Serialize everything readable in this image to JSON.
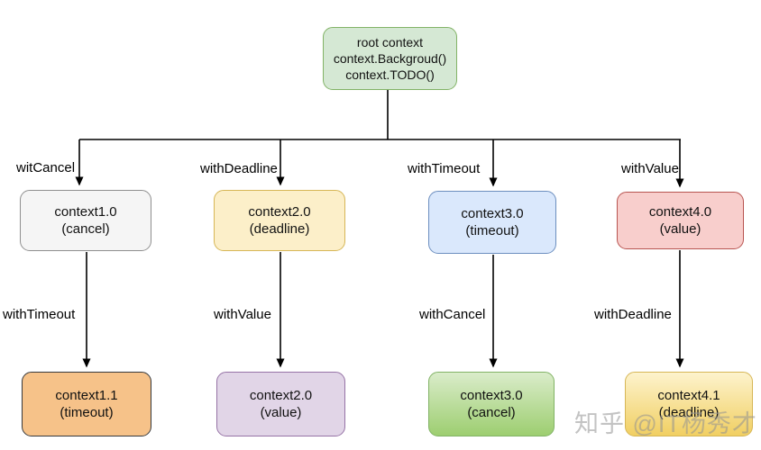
{
  "diagram": {
    "root": {
      "line1": "root context",
      "line2": "context.Backgroud()",
      "line3": "context.TODO()",
      "fill": "#d5e8d4",
      "stroke": "#82b366"
    },
    "branches": [
      {
        "top_edge_label": "witCancel",
        "node1": {
          "title": "context1.0",
          "subtitle": "(cancel)",
          "fill": "#f5f5f5",
          "stroke": "#8f8f8f"
        },
        "mid_edge_label": "withTimeout",
        "node2": {
          "title": "context1.1",
          "subtitle": "(timeout)",
          "fill": "#f6c289",
          "stroke": "#36393d"
        }
      },
      {
        "top_edge_label": "withDeadline",
        "node1": {
          "title": "context2.0",
          "subtitle": "(deadline)",
          "fill": "#fcefc9",
          "stroke": "#d6b656"
        },
        "mid_edge_label": "withValue",
        "node2": {
          "title": "context2.0",
          "subtitle": "(value)",
          "fill": "#e1d5e7",
          "stroke": "#9673a6"
        }
      },
      {
        "top_edge_label": "withTimeout",
        "node1": {
          "title": "context3.0",
          "subtitle": "(timeout)",
          "fill": "#dae8fc",
          "stroke": "#6c8ebf"
        },
        "mid_edge_label": "withCancel",
        "node2": {
          "title": "context3.0",
          "subtitle": "(cancel)",
          "fill": "linear-gradient(180deg,#daecca,#9dce70)",
          "stroke": "#82b366"
        }
      },
      {
        "top_edge_label": "withValue",
        "node1": {
          "title": "context4.0",
          "subtitle": "(value)",
          "fill": "#f8cecc",
          "stroke": "#b85450"
        },
        "mid_edge_label": "withDeadline",
        "node2": {
          "title": "context4.1",
          "subtitle": "(deadline)",
          "fill": "linear-gradient(180deg,#fdf3cd,#f1cf62)",
          "stroke": "#d6b656"
        }
      }
    ],
    "edge_color": "#000000"
  },
  "watermark": {
    "text": "知乎 @IT杨秀才"
  }
}
